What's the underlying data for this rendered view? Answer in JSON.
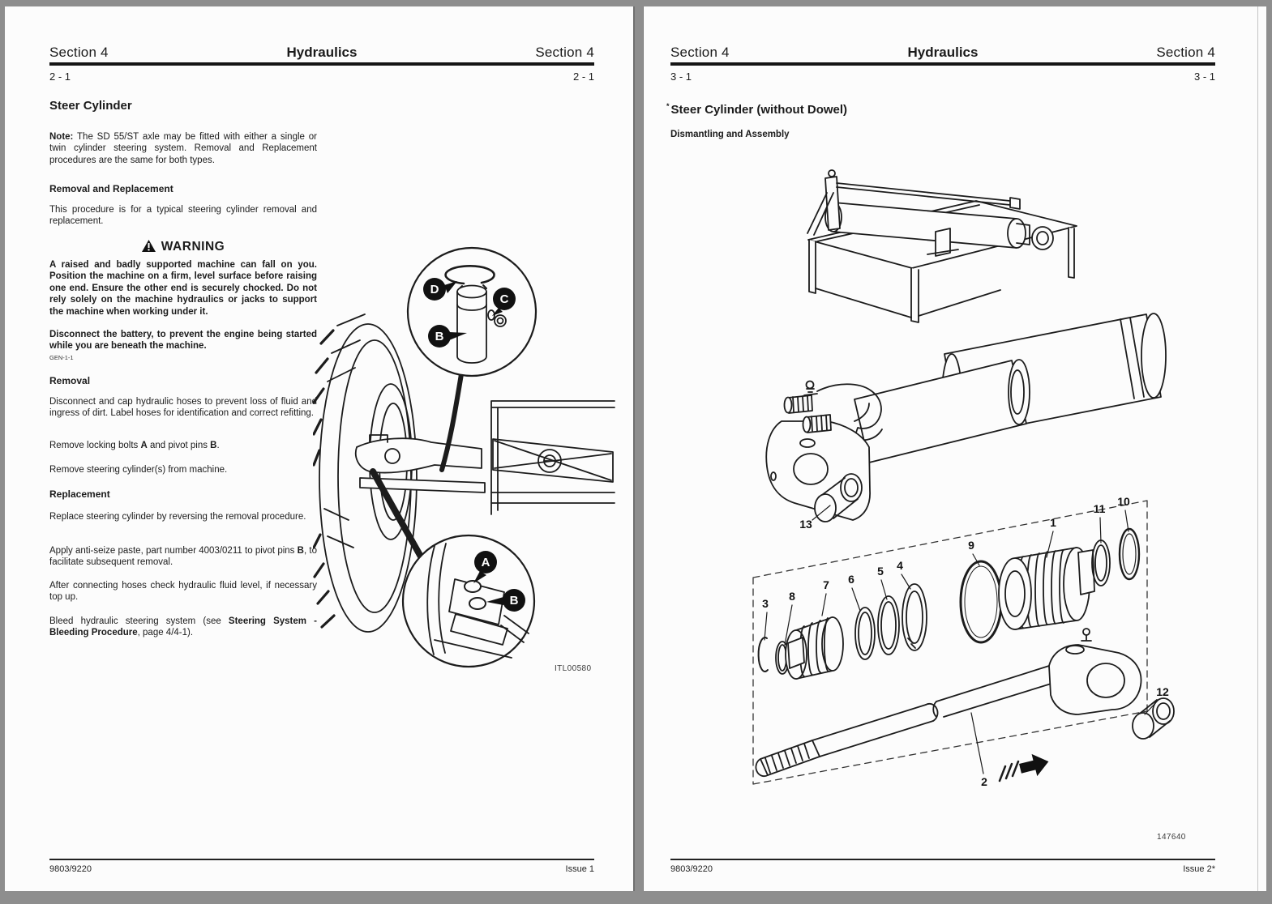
{
  "page_left": {
    "header": {
      "section_left": "Section 4",
      "title": "Hydraulics",
      "section_right": "Section 4",
      "page_ref_left": "2 - 1",
      "page_ref_right": "2 - 1"
    },
    "title": "Steer Cylinder",
    "note": {
      "label": "Note:",
      "text": " The SD 55/ST axle may be fitted with either a single or twin cylinder steering system. Removal and Replacement procedures are the same for both types."
    },
    "removal_replacement": {
      "heading": "Removal and Replacement",
      "intro": "This procedure is for a typical steering cylinder removal and replacement."
    },
    "warning": {
      "title": "WARNING",
      "body": "A raised and badly supported machine can fall on you. Position the machine on a firm, level surface before raising one end. Ensure the other end is securely chocked. Do not rely solely on the machine hydraulics or jacks to support the machine when working under it.",
      "battery": "Disconnect the battery, to prevent the engine being started while you are beneath the machine.",
      "ref_code": "GEN-1-1"
    },
    "removal": {
      "heading": "Removal",
      "para1": "Disconnect and cap hydraulic hoses to prevent loss of fluid and ingress of dirt. Label hoses for identification and correct refitting.",
      "para2": {
        "pre": "Remove locking bolts ",
        "bold_a": "A",
        "mid": " and pivot pins ",
        "bold_b": "B",
        "post": "."
      },
      "para3": "Remove steering cylinder(s) from machine."
    },
    "replacement": {
      "heading": "Replacement",
      "para1": "Replace steering cylinder by reversing the removal procedure.",
      "para2": {
        "pre": "Apply anti-seize paste, part number 4003/0211 to pivot pins ",
        "bold_b": "B",
        "post": ", to facilitate subsequent removal."
      },
      "para3": "After connecting hoses check hydraulic fluid level, if necessary top up.",
      "para4": {
        "pre": "Bleed hydraulic steering system (see ",
        "bold": "Steering System - Bleeding Procedure",
        "post": ", page 4/4-1)."
      }
    },
    "figure": {
      "code": "ITL00580",
      "callouts": {
        "a": "A",
        "b": "B",
        "c": "C",
        "d": "D"
      }
    },
    "footer": {
      "publication": "9803/9220",
      "issue": "Issue 1"
    }
  },
  "page_right": {
    "header": {
      "section_left": "Section 4",
      "title": "Hydraulics",
      "section_right": "Section 4",
      "page_ref_left": "3 - 1",
      "page_ref_right": "3 - 1"
    },
    "title": {
      "marker": "*",
      "text": "Steer Cylinder (without Dowel)"
    },
    "subtitle": "Dismantling and Assembly",
    "figure": {
      "code": "147640",
      "parts": {
        "n1": "1",
        "n2": "2",
        "n3": "3",
        "n4": "4",
        "n5": "5",
        "n6": "6",
        "n7": "7",
        "n8": "8",
        "n9": "9",
        "n10": "10",
        "n11": "11",
        "n12": "12",
        "n13": "13"
      }
    },
    "footer": {
      "publication": "9803/9220",
      "issue": "Issue 2*"
    }
  }
}
